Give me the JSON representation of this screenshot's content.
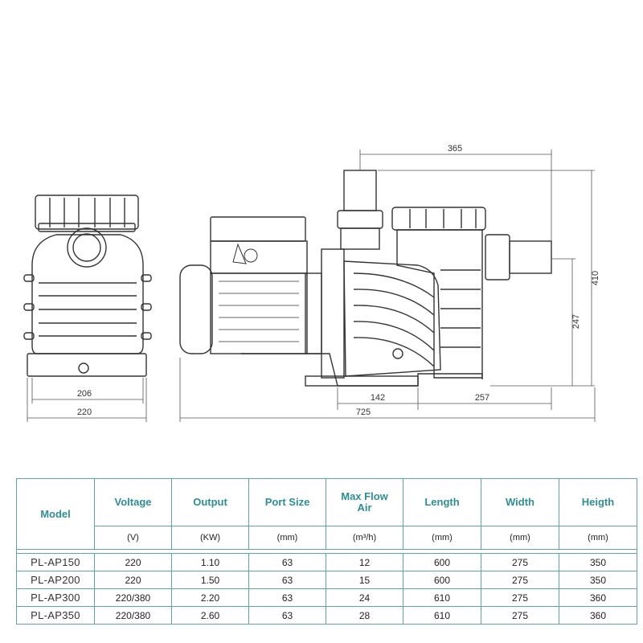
{
  "dimensions": {
    "front_width_inner": "206",
    "front_width_outer": "220",
    "total_length": "725",
    "top_length": "365",
    "height": "410",
    "outlet_height": "247",
    "base_offset": "142",
    "base_to_end": "257"
  },
  "table": {
    "headers": {
      "model": "Model",
      "voltage": "Voltage",
      "output": "Output",
      "port_size": "Port Size",
      "max_flow_line1": "Max Flow",
      "max_flow_line2": "Air",
      "length": "Length",
      "width": "Width",
      "height": "Heigth"
    },
    "units": {
      "voltage": "(V)",
      "output": "(KW)",
      "port_size": "(mm)",
      "max_flow": "(m³/h)",
      "length": "(mm)",
      "width": "(mm)",
      "height": "(mm)"
    },
    "rows": [
      {
        "model": "PL-AP150",
        "voltage": "220",
        "output": "1.10",
        "port": "63",
        "flow": "12",
        "length": "600",
        "width": "275",
        "height": "350"
      },
      {
        "model": "PL-AP200",
        "voltage": "220",
        "output": "1.50",
        "port": "63",
        "flow": "15",
        "length": "600",
        "width": "275",
        "height": "350"
      },
      {
        "model": "PL-AP300",
        "voltage": "220/380",
        "output": "2.20",
        "port": "63",
        "flow": "24",
        "length": "610",
        "width": "275",
        "height": "360"
      },
      {
        "model": "PL-AP350",
        "voltage": "220/380",
        "output": "2.60",
        "port": "63",
        "flow": "28",
        "length": "610",
        "width": "275",
        "height": "360"
      }
    ]
  },
  "colors": {
    "accent": "#2f8d95",
    "border": "#5fa3a8",
    "line": "#333333"
  }
}
